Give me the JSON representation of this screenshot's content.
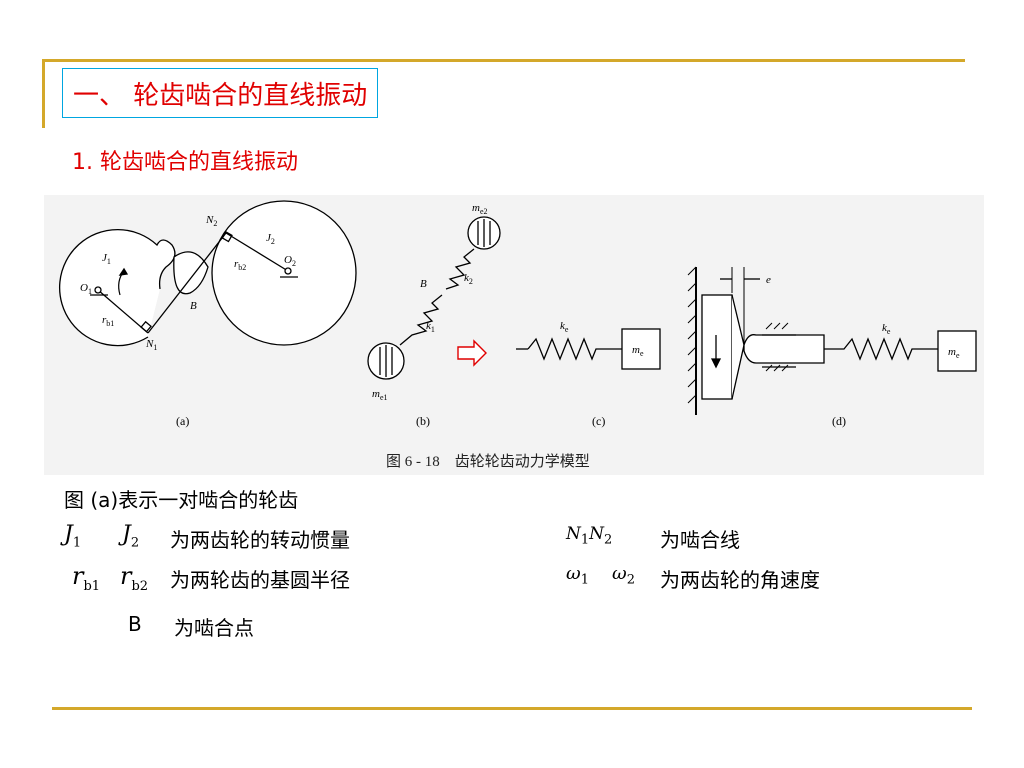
{
  "slide": {
    "title": "一、 轮齿啮合的直线振动",
    "subtitle": "1. 轮齿啮合的直线振动"
  },
  "figure": {
    "caption": "图 6 - 18　齿轮轮齿动力学模型",
    "panel_labels": [
      "(a)",
      "(b)",
      "(c)",
      "(d)"
    ],
    "labels_a": {
      "J1": "J",
      "J1_sub": "1",
      "O1": "O",
      "O1_sub": "1",
      "rb1": "r",
      "rb1_sub": "b1",
      "N1": "N",
      "N1_sub": "1",
      "N2": "N",
      "N2_sub": "2",
      "J2": "J",
      "J2_sub": "2",
      "rb2": "r",
      "rb2_sub": "b2",
      "O2": "O",
      "O2_sub": "2",
      "B": "B"
    },
    "labels_b": {
      "me2": "m",
      "me2_sub": "e2",
      "k2": "k",
      "k2_sub": "2",
      "B": "B",
      "k1": "k",
      "k1_sub": "1",
      "me1": "m",
      "me1_sub": "e1"
    },
    "labels_c": {
      "ke": "k",
      "ke_sub": "e",
      "me": "m",
      "me_sub": "e"
    },
    "labels_d": {
      "e": "e",
      "ke": "k",
      "ke_sub": "e",
      "me": "m",
      "me_sub": "e"
    }
  },
  "body": {
    "line1": "图 (a)表示一对啮合的轮齿",
    "j_symbols": {
      "j": "J",
      "j1_sub": "1",
      "j2_sub": "2"
    },
    "j_desc": "为两齿轮的转动惯量",
    "r_symbols": {
      "r": "r",
      "r1_sub": "b1",
      "r2_sub": "b2"
    },
    "r_desc": "为两轮齿的基圆半径",
    "b_label": "B",
    "b_desc": "为啮合点",
    "n_symbols": {
      "n": "N",
      "n1_sub": "1",
      "n2_sub": "2"
    },
    "n_desc": "为啮合线",
    "w_symbols": {
      "w": "ω",
      "w1_sub": "1",
      "w2_sub": "2"
    },
    "w_desc": "为两齿轮的角速度"
  }
}
